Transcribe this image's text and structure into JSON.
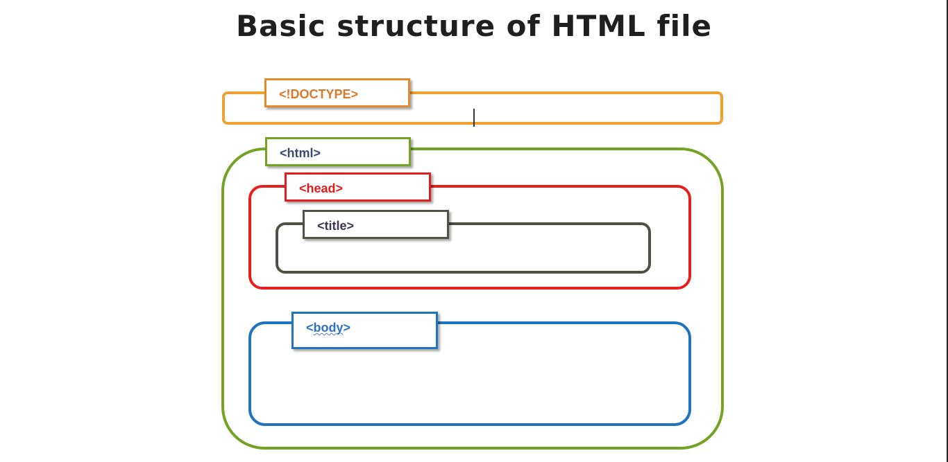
{
  "title": "Basic structure of HTML file",
  "tags": {
    "doctype": "<!DOCTYPE>",
    "html": "<html>",
    "head": "<head>",
    "title": "<title>",
    "body_open": "<",
    "body_word": "body",
    "body_close": ">"
  },
  "colors": {
    "doctype": "#f0a030",
    "html": "#74a323",
    "head": "#e81e1e",
    "title": "#4d5244",
    "body": "#1f74c0",
    "doctype_text": "#d9782a",
    "html_text": "#3a4a6e",
    "head_text": "#e01d1d",
    "title_text": "#3d3554",
    "body_text": "#2a74c4"
  }
}
